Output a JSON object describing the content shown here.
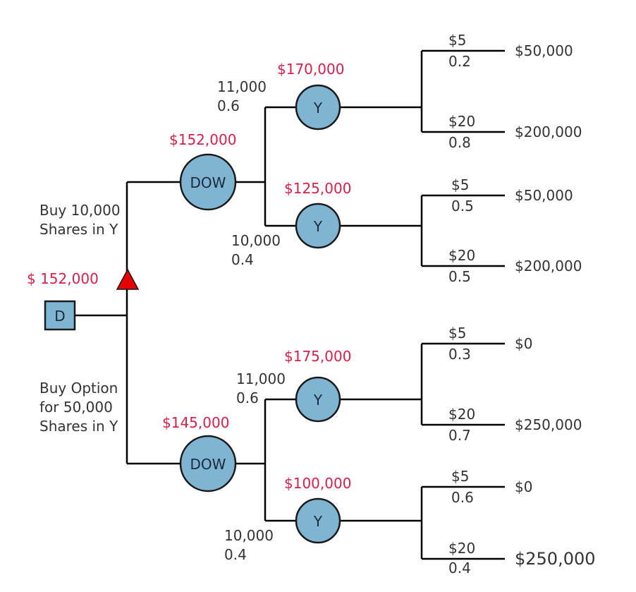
{
  "root": {
    "label": "D",
    "value": "$ 152,000",
    "best_marker_color": "#e60000"
  },
  "decisions": [
    {
      "text_lines": [
        "Buy 10,000",
        "Shares in Y"
      ],
      "dow": {
        "label": "DOW",
        "value": "$152,000",
        "branches": [
          {
            "price": "11,000",
            "prob": "0.6",
            "y": {
              "label": "Y",
              "value": "$170,000",
              "outcomes": [
                {
                  "price": "$5",
                  "prob": "0.2",
                  "payoff": "$50,000"
                },
                {
                  "price": "$20",
                  "prob": "0.8",
                  "payoff": "$200,000"
                }
              ]
            }
          },
          {
            "price": "10,000",
            "prob": "0.4",
            "y": {
              "label": "Y",
              "value": "$125,000",
              "outcomes": [
                {
                  "price": "$5",
                  "prob": "0.5",
                  "payoff": "$50,000"
                },
                {
                  "price": "$20",
                  "prob": "0.5",
                  "payoff": "$200,000"
                }
              ]
            }
          }
        ]
      }
    },
    {
      "text_lines": [
        "Buy Option",
        "for 50,000",
        "Shares in Y"
      ],
      "dow": {
        "label": "DOW",
        "value": "$145,000",
        "branches": [
          {
            "price": "11,000",
            "prob": "0.6",
            "y": {
              "label": "Y",
              "value": "$175,000",
              "outcomes": [
                {
                  "price": "$5",
                  "prob": "0.3",
                  "payoff": "$0"
                },
                {
                  "price": "$20",
                  "prob": "0.7",
                  "payoff": "$250,000"
                }
              ]
            }
          },
          {
            "price": "10,000",
            "prob": "0.4",
            "y": {
              "label": "Y",
              "value": "$100,000",
              "outcomes": [
                {
                  "price": "$5",
                  "prob": "0.6",
                  "payoff": "$0"
                },
                {
                  "price": "$20",
                  "prob": "0.4",
                  "payoff": "$250,000"
                }
              ]
            }
          }
        ]
      }
    }
  ],
  "colors": {
    "node": "#7fb4d3",
    "value_text": "#d6204a",
    "label_text": "#333333"
  }
}
